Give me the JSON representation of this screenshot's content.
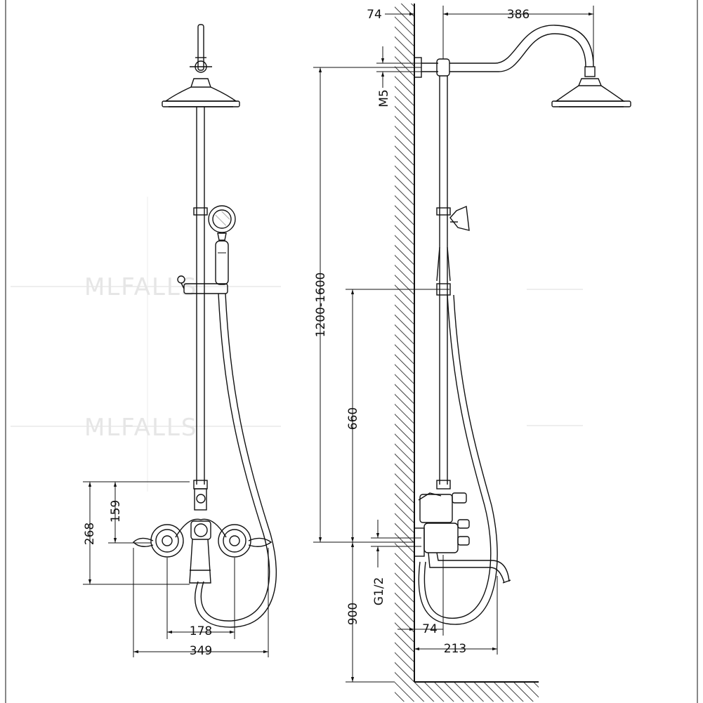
{
  "diagram": {
    "dimensions": {
      "wall_offset_top": "74",
      "arm_reach": "386",
      "mount_m5": "M5",
      "height_range": "1200-1600",
      "slider_height": "660",
      "floor_height": "900",
      "inlet_thread": "G1/2",
      "wall_offset_bottom": "74",
      "spout_reach": "213",
      "mixer_height_268": "268",
      "mixer_height_159": "159",
      "inlet_spacing": "178",
      "mixer_width": "349"
    },
    "watermark": [
      "MLFALLS",
      "MLFALLS"
    ]
  },
  "colors": {
    "line": "#111111",
    "background": "#ffffff",
    "watermark": "#e6e6e6"
  }
}
